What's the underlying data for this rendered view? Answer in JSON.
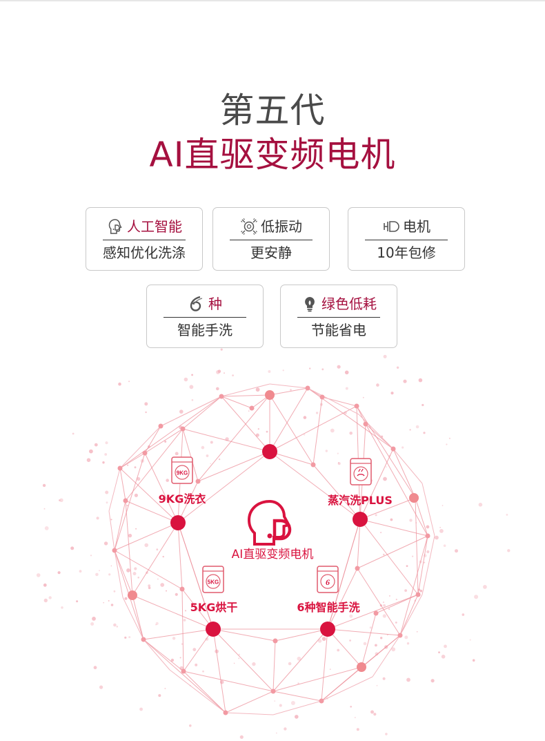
{
  "heading": {
    "line1": "第五代",
    "line2": "AI直驱变频电机"
  },
  "features": [
    {
      "icon": "ai-head-icon",
      "title": "人工智能",
      "desc": "感知优化洗涤"
    },
    {
      "icon": "vibration-icon",
      "title": "低振动",
      "desc": "更安静"
    },
    {
      "icon": "motor-icon",
      "title": "电机",
      "desc": "10年包修"
    },
    {
      "icon": "six-icon",
      "title": "种",
      "desc": "智能手洗"
    },
    {
      "icon": "lightbulb-icon",
      "title": "绿色低耗",
      "desc": "节能省电"
    }
  ],
  "network": {
    "center_label": "AI直驱变频电机",
    "nodes": [
      {
        "label": "9KG洗衣",
        "badge": "9KG"
      },
      {
        "label": "蒸汽洗PLUS",
        "badge": ""
      },
      {
        "label": "5KG烘干",
        "badge": "5KG"
      },
      {
        "label": "6种智能手洗",
        "badge": "6"
      }
    ]
  },
  "colors": {
    "accent": "#a5103f",
    "network_red": "#d9133f",
    "network_line": "#ec8f9a"
  }
}
